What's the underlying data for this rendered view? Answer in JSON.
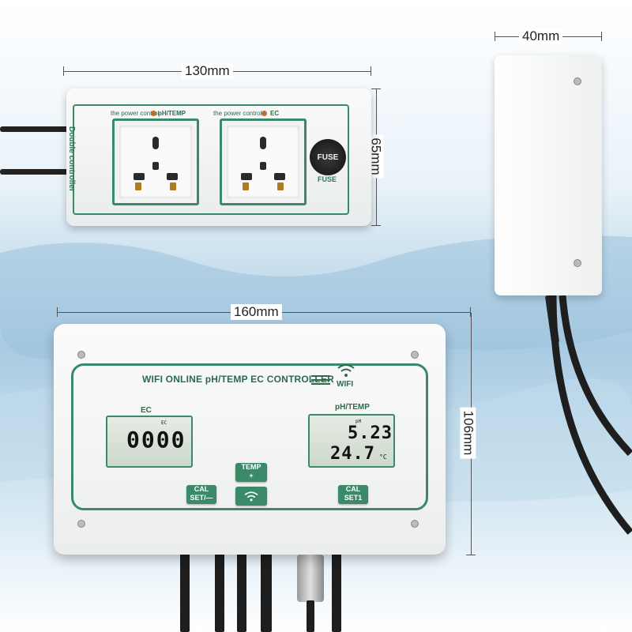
{
  "dimensions": {
    "side_box_depth": "40mm",
    "strip_width": "130mm",
    "strip_height": "65mm",
    "controller_width": "160mm",
    "controller_height": "106mm"
  },
  "power_strip": {
    "side_label": "Double controller",
    "socket1_tag": "the power control",
    "socket1_name": "pH/TEMP",
    "socket2_tag": "the power control",
    "socket2_name": "EC",
    "fuse_cap": "FUSE",
    "fuse_label": "FUSE"
  },
  "controller": {
    "title": "WIFI ONLINE pH/TEMP EC CONTROLLER",
    "wifi_label": "WIFI",
    "ec_panel_label": "EC",
    "ec_lcd_tag": "EC",
    "ec_reading": "0000",
    "ph_panel_label": "pH/TEMP",
    "ph_lcd_tag": "pH",
    "ph_reading": "5.23",
    "temp_reading": "24.7",
    "temp_unit": "°C",
    "buttons": {
      "temp_top": "TEMP",
      "temp_bottom": "+",
      "cal_left_top": "CAL",
      "cal_left_bottom": "SET/—",
      "cal_right_top": "CAL",
      "cal_right_bottom": "SET1"
    }
  },
  "colors": {
    "accent_green": "#3a8a6a",
    "background_water": "#bcd8ea"
  }
}
